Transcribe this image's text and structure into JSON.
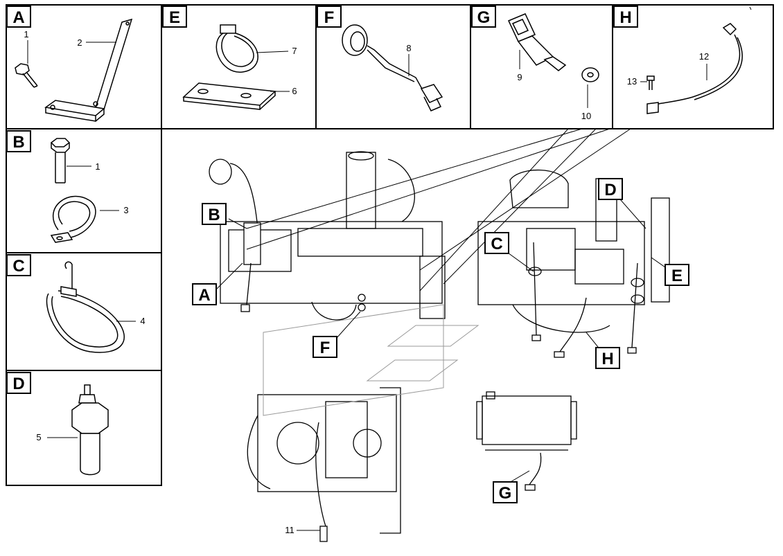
{
  "panels": {
    "A": {
      "letter": "A",
      "parts": [
        "1",
        "2"
      ]
    },
    "E": {
      "letter": "E",
      "parts": [
        "7",
        "6"
      ]
    },
    "F": {
      "letter": "F",
      "parts": [
        "8"
      ]
    },
    "G": {
      "letter": "G",
      "parts": [
        "9",
        "10"
      ]
    },
    "H": {
      "letter": "H",
      "parts": [
        "12",
        "13"
      ]
    },
    "B": {
      "letter": "B",
      "parts": [
        "1",
        "3"
      ]
    },
    "C": {
      "letter": "C",
      "parts": [
        "4"
      ]
    },
    "D": {
      "letter": "D",
      "parts": [
        "5"
      ]
    }
  },
  "callouts": {
    "B": "B",
    "A": "A",
    "F": "F",
    "C": "C",
    "D": "D",
    "E": "E",
    "H": "H",
    "G": "G"
  },
  "part_11": "11"
}
